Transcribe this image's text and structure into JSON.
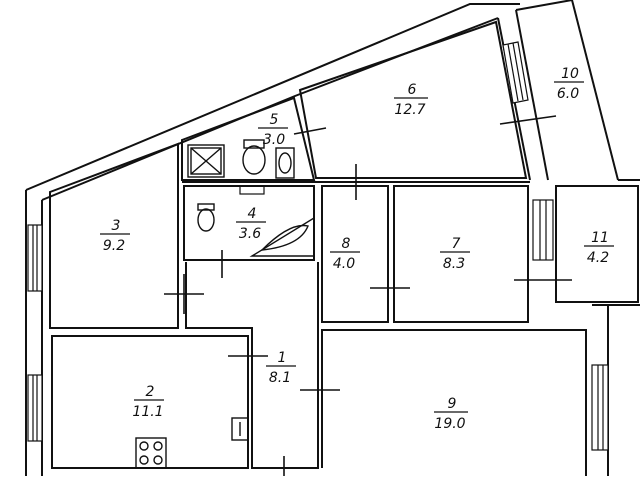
{
  "rooms": [
    {
      "id": "r1",
      "number": "1",
      "area": "8.1"
    },
    {
      "id": "r2",
      "number": "2",
      "area": "11.1"
    },
    {
      "id": "r3",
      "number": "3",
      "area": "9.2"
    },
    {
      "id": "r4",
      "number": "4",
      "area": "3.6"
    },
    {
      "id": "r5",
      "number": "5",
      "area": "3.0"
    },
    {
      "id": "r6",
      "number": "6",
      "area": "12.7"
    },
    {
      "id": "r7",
      "number": "7",
      "area": "8.3"
    },
    {
      "id": "r8",
      "number": "8",
      "area": "4.0"
    },
    {
      "id": "r9",
      "number": "9",
      "area": "19.0"
    },
    {
      "id": "r10",
      "number": "10",
      "area": "6.0"
    },
    {
      "id": "r11",
      "number": "11",
      "area": "4.2"
    }
  ],
  "fixtures": [
    {
      "name": "shower-tray-icon"
    },
    {
      "name": "toilet-icon"
    },
    {
      "name": "washbasin-icon"
    },
    {
      "name": "bathtub-icon"
    },
    {
      "name": "stove-icon"
    },
    {
      "name": "sink-icon"
    }
  ]
}
